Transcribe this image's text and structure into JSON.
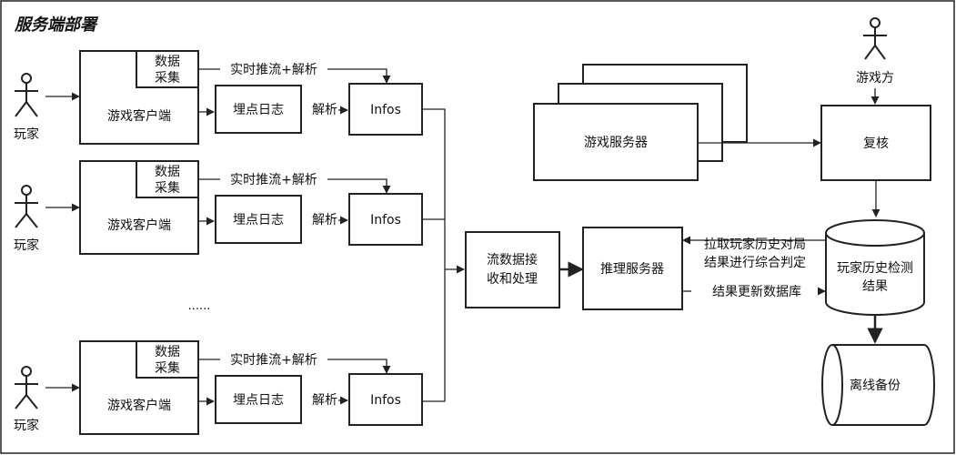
{
  "title": "服务端部署",
  "player_label": "玩家",
  "client_label": "游戏客户端",
  "data_collect_line1": "数据",
  "data_collect_line2": "采集",
  "log_label": "埋点日志",
  "parse_label": "解析",
  "infos_label": "Infos",
  "realtime_label": "实时推流+解析",
  "ellipsis": "......",
  "stream_line1": "流数据接",
  "stream_line2": "收和处理",
  "inference_label": "推理服务器",
  "game_server_label": "游戏服务器",
  "game_party_label": "游戏方",
  "review_label": "复核",
  "history_line1": "玩家历史检测",
  "history_line2": "结果",
  "backup_label": "离线备份",
  "pull_line1": "拉取玩家历史对局",
  "pull_line2": "结果进行综合判定",
  "update_label": "结果更新数据库"
}
